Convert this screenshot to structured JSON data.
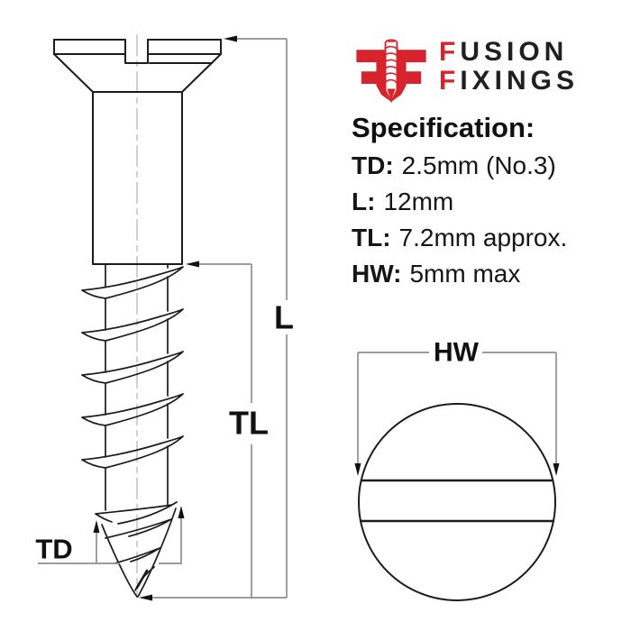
{
  "page": {
    "background": "#ffffff"
  },
  "logo": {
    "icon_name": "fusion-fixings-screw-logo",
    "line1_first": "F",
    "line1_rest": "USION",
    "line2_first": "F",
    "line2_rest": "IXINGS",
    "accent_color": "#d7232b",
    "text_color": "#231f20"
  },
  "specification": {
    "heading": "Specification:",
    "items": [
      {
        "label": "TD:",
        "value": "2.5mm (No.3)"
      },
      {
        "label": "L:",
        "value": "12mm"
      },
      {
        "label": "TL:",
        "value": "7.2mm approx."
      },
      {
        "label": "HW:",
        "value": "5mm max"
      }
    ]
  },
  "diagram": {
    "side_view": {
      "length_label": "L",
      "thread_length_label": "TL",
      "thread_diameter_label": "TD"
    },
    "head_view": {
      "head_width_label": "HW"
    },
    "outline_color": "#1c1c1c",
    "dimension_line_color": "#8f8f8f"
  }
}
